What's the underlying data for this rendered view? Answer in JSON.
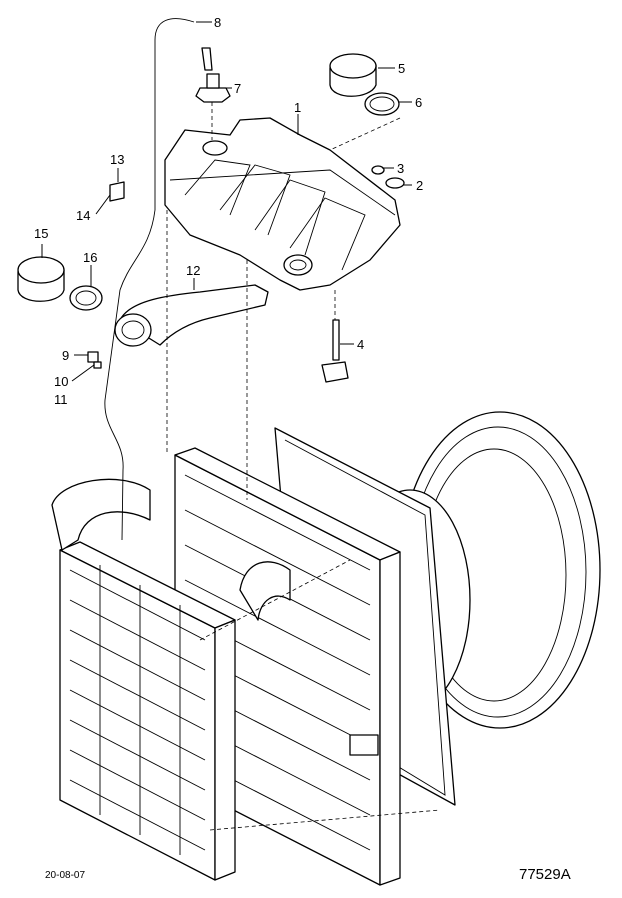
{
  "callouts": {
    "c1": "1",
    "c2": "2",
    "c3": "3",
    "c4": "4",
    "c5": "5",
    "c6": "6",
    "c7": "7",
    "c8": "8",
    "c9": "9",
    "c10": "10",
    "c11": "11",
    "c12": "12",
    "c13": "13",
    "c14": "14",
    "c15": "15",
    "c16": "16"
  },
  "footer": {
    "date": "20-08-07",
    "reference": "77529A"
  }
}
